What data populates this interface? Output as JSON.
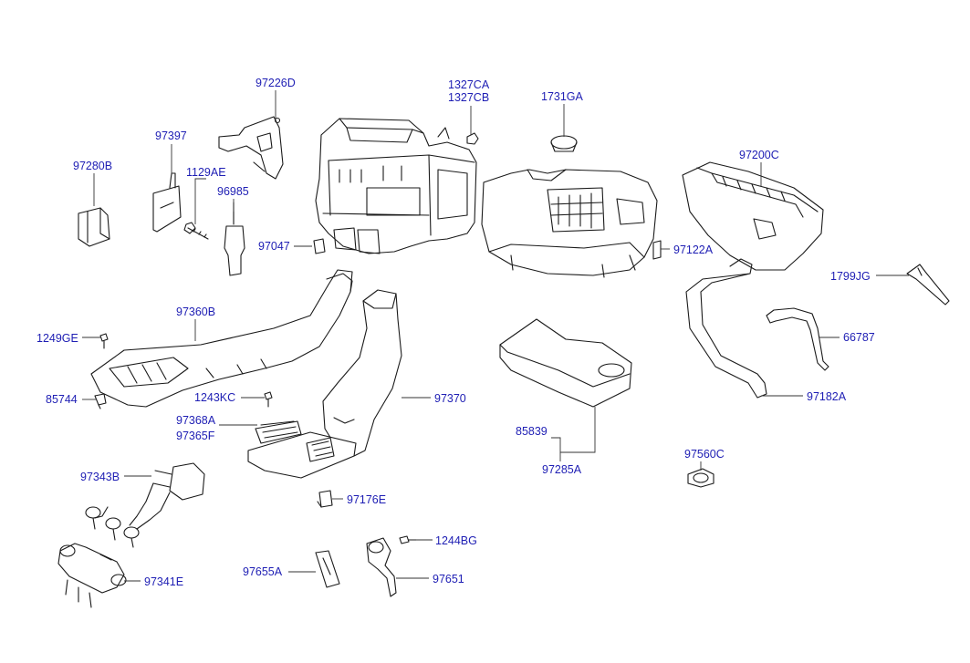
{
  "colors": {
    "label": "#1e1eb4",
    "line": "#1a1a1a",
    "background": "#ffffff"
  },
  "parts": {
    "p97226D": "97226D",
    "p1327CA": "1327CA",
    "p1327CB": "1327CB",
    "p1731GA": "1731GA",
    "p97397": "97397",
    "p97280B": "97280B",
    "p1129AE": "1129AE",
    "p96985": "96985",
    "p97200C": "97200C",
    "p97047": "97047",
    "p97122A": "97122A",
    "p1799JG": "1799JG",
    "p97360B": "97360B",
    "p66787": "66787",
    "p1249GE": "1249GE",
    "p97182A": "97182A",
    "p85744": "85744",
    "p1243KC": "1243KC",
    "p97370": "97370",
    "p97368A": "97368A",
    "p97365F": "97365F",
    "p85839": "85839",
    "p97285A": "97285A",
    "p97560C": "97560C",
    "p97343B": "97343B",
    "p97176E": "97176E",
    "p1244BG": "1244BG",
    "p97655A": "97655A",
    "p97651": "97651",
    "p97341E": "97341E"
  }
}
